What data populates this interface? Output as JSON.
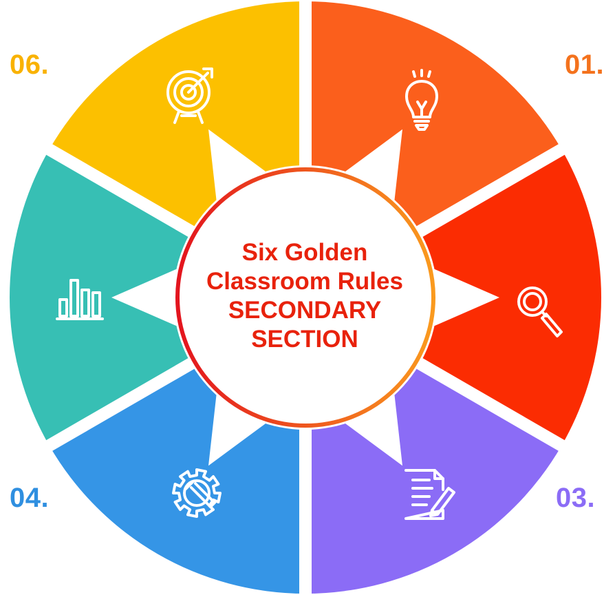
{
  "title": {
    "line1": "Six Golden",
    "line2": "Classroom Rules",
    "line3": "SECONDARY",
    "line4": "SECTION"
  },
  "segments": [
    {
      "id": "01",
      "label": "01.",
      "color": "#fb5f1c",
      "icon": "lightbulb-icon"
    },
    {
      "id": "02",
      "label": "",
      "color": "#fb2c02",
      "icon": "magnifier-icon"
    },
    {
      "id": "03",
      "label": "03.",
      "color": "#8b6cf6",
      "icon": "document-pen-icon"
    },
    {
      "id": "04",
      "label": "04.",
      "color": "#3595e6",
      "icon": "gear-wrench-icon"
    },
    {
      "id": "05",
      "label": "",
      "color": "#37bfb4",
      "icon": "bar-chart-icon"
    },
    {
      "id": "06",
      "label": "06.",
      "color": "#fcc000",
      "icon": "target-icon"
    }
  ],
  "number_colors": {
    "06": "#f9b200",
    "01": "#f4721d",
    "04": "#2f8fe0",
    "03": "#8b6cf6"
  },
  "ring_gradient": [
    "#e3141e",
    "#fa9a1e"
  ]
}
